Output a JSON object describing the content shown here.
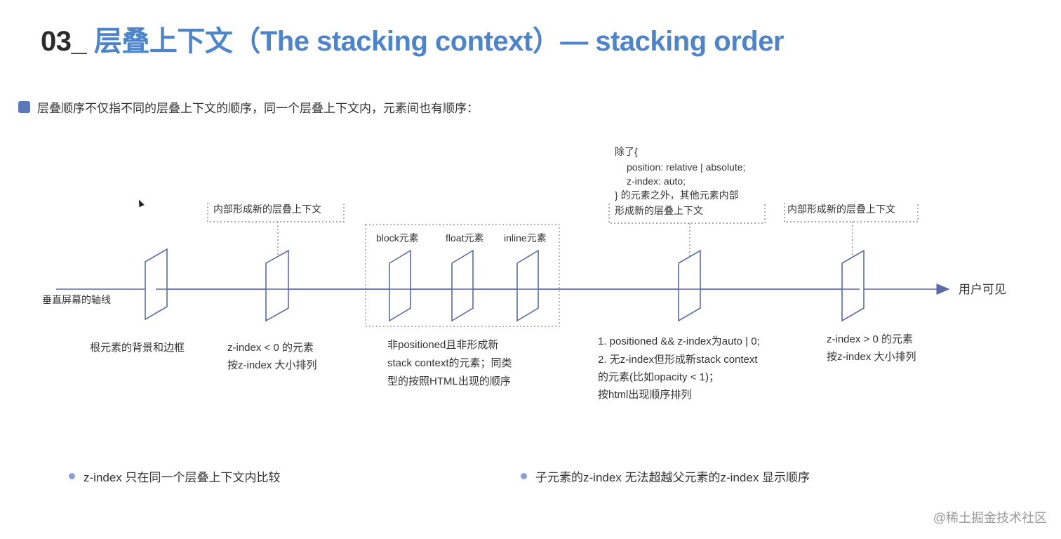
{
  "title": {
    "number": "03_",
    "text": "层叠上下文（The stacking context）— stacking order"
  },
  "subtitle": "层叠顺序不仅指不同的层叠上下文的顺序，同一个层叠上下文内，元素间也有顺序：",
  "axis": {
    "left_label": "垂直屏幕的轴线",
    "right_label": "用户可见"
  },
  "callouts": {
    "negative_z": "内部形成新的层叠上下文",
    "except_line1": "除了{",
    "except_line2": "position: relative | absolute;",
    "except_line3": "z-index: auto;",
    "except_line4": "} 的元素之外，其他元素内部",
    "except_line5": "形成新的层叠上下文",
    "positive_z": "内部形成新的层叠上下文"
  },
  "group_labels": {
    "block": "block元素",
    "float": "float元素",
    "inline": "inline元素"
  },
  "descriptions": {
    "root": "根元素的背景和边框",
    "negative_line1": "z-index < 0 的元素",
    "negative_line2": "按z-index 大小排列",
    "nonpos_line1": "非positioned且非形成新",
    "nonpos_line2": "stack context的元素；同类",
    "nonpos_line3": "型的按照HTML出现的顺序",
    "pos_line1": "1. positioned && z-index为auto | 0;",
    "pos_line2": "2. 无z-index但形成新stack context",
    "pos_line3": "的元素(比如opacity < 1)；",
    "pos_line4": "按html出现顺序排列",
    "positive_line1": "z-index > 0 的元素",
    "positive_line2": "按z-index 大小排列"
  },
  "notes": [
    "z-index  只在同一个层叠上下文内比较",
    "子元素的z-index 无法超越父元素的z-index 显示顺序"
  ],
  "watermark": "@稀土掘金技术社区",
  "colors": {
    "accent": "#4e84c9",
    "line": "#5a6ba8",
    "bullet": "#5b79b8"
  }
}
